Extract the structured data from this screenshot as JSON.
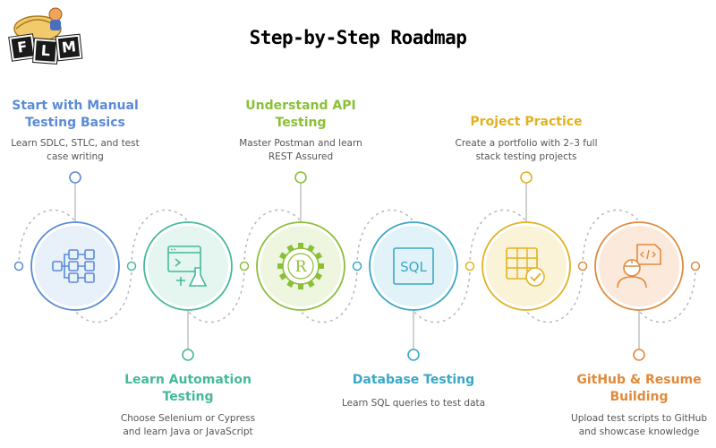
{
  "title": "Step-by-Step Roadmap",
  "logo": {
    "letters": [
      "F",
      "L",
      "M"
    ]
  },
  "steps": [
    {
      "title_lines": [
        "Start with Manual",
        "Testing Basics"
      ],
      "desc_lines": [
        "Learn SDLC, STLC, and test",
        "case writing"
      ],
      "icon": "workflow-icon",
      "color": "#5a8bd6",
      "fill": "#e8f0fa"
    },
    {
      "title_lines": [
        "Learn Automation",
        "Testing"
      ],
      "desc_lines": [
        "Choose Selenium or Cypress",
        "and learn Java or JavaScript"
      ],
      "icon": "automation-lab-icon",
      "color": "#45b99b",
      "fill": "#e4f6ef"
    },
    {
      "title_lines": [
        "Understand API",
        "Testing"
      ],
      "desc_lines": [
        "Master Postman and learn",
        "REST Assured"
      ],
      "icon": "rest-gear-icon",
      "color": "#8bbf37",
      "fill": "#eef6df"
    },
    {
      "title_lines": [
        "Database Testing"
      ],
      "desc_lines": [
        "Learn SQL queries to test data"
      ],
      "icon": "sql-icon",
      "color": "#3aa7c7",
      "fill": "#e1f3f8"
    },
    {
      "title_lines": [
        "Project Practice"
      ],
      "desc_lines": [
        "Create a portfolio with 2–3 full",
        "stack testing projects"
      ],
      "icon": "checked-table-icon",
      "color": "#e2b11e",
      "fill": "#fbf3d8"
    },
    {
      "title_lines": [
        "GitHub & Resume",
        "Building"
      ],
      "desc_lines": [
        "Upload test scripts to GitHub",
        "and showcase knowledge"
      ],
      "icon": "developer-code-icon",
      "color": "#e08a3c",
      "fill": "#fbeadb"
    }
  ]
}
